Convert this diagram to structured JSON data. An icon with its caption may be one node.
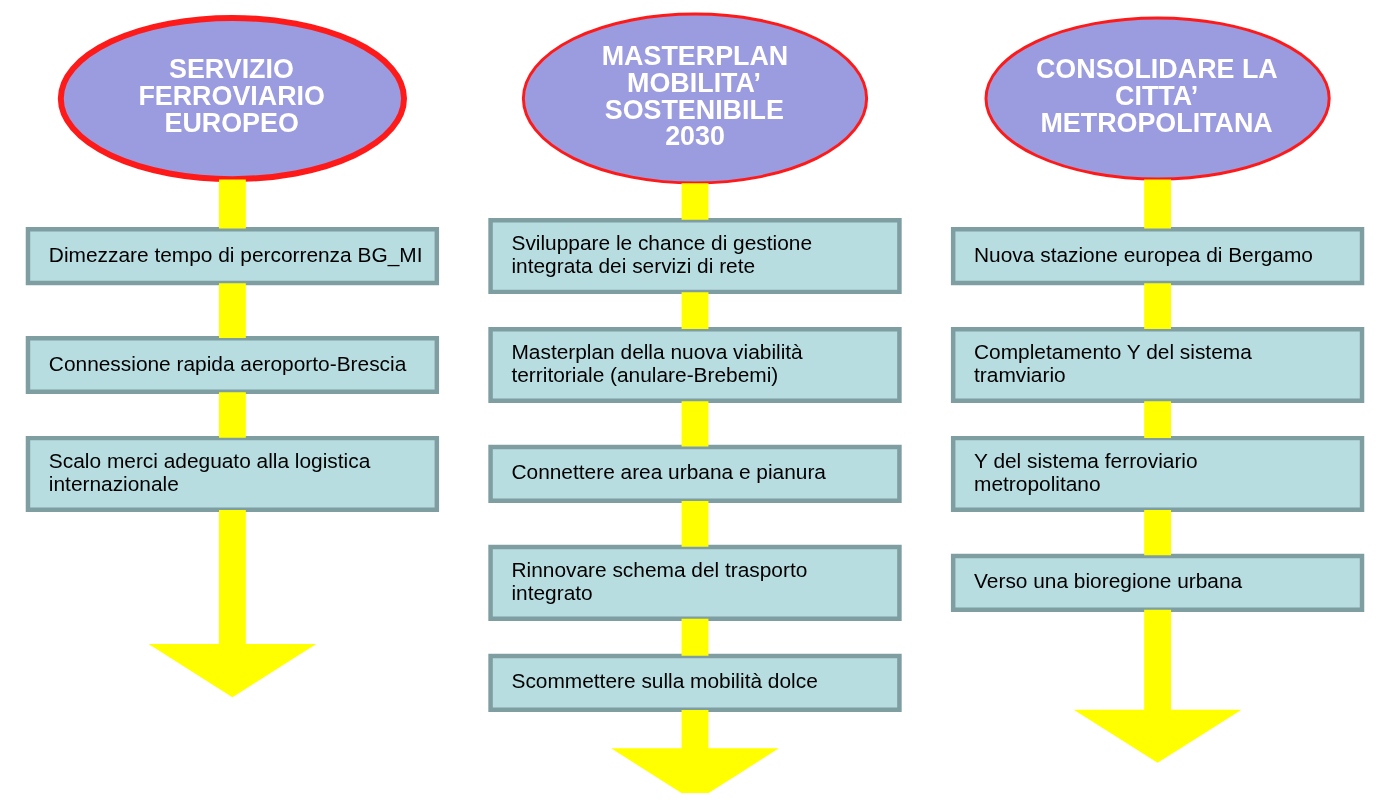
{
  "diagram": {
    "nodes": [
      {
        "text": [
          "SERVIZIO FERROVIARIO EUROPEO"
        ]
      },
      {
        "text": [
          "Dimezzare tempo di percorrenza BG_MI"
        ]
      },
      {
        "text": [
          "Connessione rapida aeroporto-Brescia"
        ]
      },
      {
        "text": [
          "Scalo merci adeguato alla logistica internazionale"
        ]
      },
      {
        "text": [
          "MASTERPLAN MOBILITA’ SOSTENIBILE 2030"
        ]
      },
      {
        "text": [
          "Sviluppare le chance di gestione integrata dei servizi di rete"
        ]
      },
      {
        "text": [
          "Masterplan della nuova viabilità territoriale (anulare-Brebemi)"
        ]
      },
      {
        "text": [
          "Connettere area urbana e pianura"
        ]
      },
      {
        "text": [
          "Rinnovare schema del trasporto integrato"
        ]
      },
      {
        "text": [
          "Scommettere sulla mobilità dolce"
        ]
      },
      {
        "text": [
          "CONSOLIDARE LA CITTA’ METROPOLITANA"
        ]
      },
      {
        "text": [
          "Nuova stazione europea di Bergamo"
        ]
      },
      {
        "text": [
          "Completamento Y del sistema tramviario"
        ]
      },
      {
        "text": [
          "Y del sistema ferroviario metropolitano"
        ]
      },
      {
        "text": [
          "Verso una bioregione urbana"
        ]
      }
    ],
    "edges": [
      {
        "from": 0,
        "to": 1,
        "arrow": "none"
      },
      {
        "from": 1,
        "to": 2,
        "arrow": "none"
      },
      {
        "from": 2,
        "to": 3,
        "arrow": "none"
      },
      {
        "from": 3,
        "to": null,
        "arrow": "to"
      },
      {
        "from": 4,
        "to": 5,
        "arrow": "none"
      },
      {
        "from": 5,
        "to": 6,
        "arrow": "none"
      },
      {
        "from": 6,
        "to": 7,
        "arrow": "none"
      },
      {
        "from": 7,
        "to": 8,
        "arrow": "none"
      },
      {
        "from": 8,
        "to": 9,
        "arrow": "none"
      },
      {
        "from": 9,
        "to": null,
        "arrow": "to"
      },
      {
        "from": 10,
        "to": 11,
        "arrow": "none"
      },
      {
        "from": 11,
        "to": 12,
        "arrow": "none"
      },
      {
        "from": 12,
        "to": 13,
        "arrow": "none"
      },
      {
        "from": 13,
        "to": 14,
        "arrow": "none"
      },
      {
        "from": 14,
        "to": null,
        "arrow": "to"
      }
    ]
  }
}
